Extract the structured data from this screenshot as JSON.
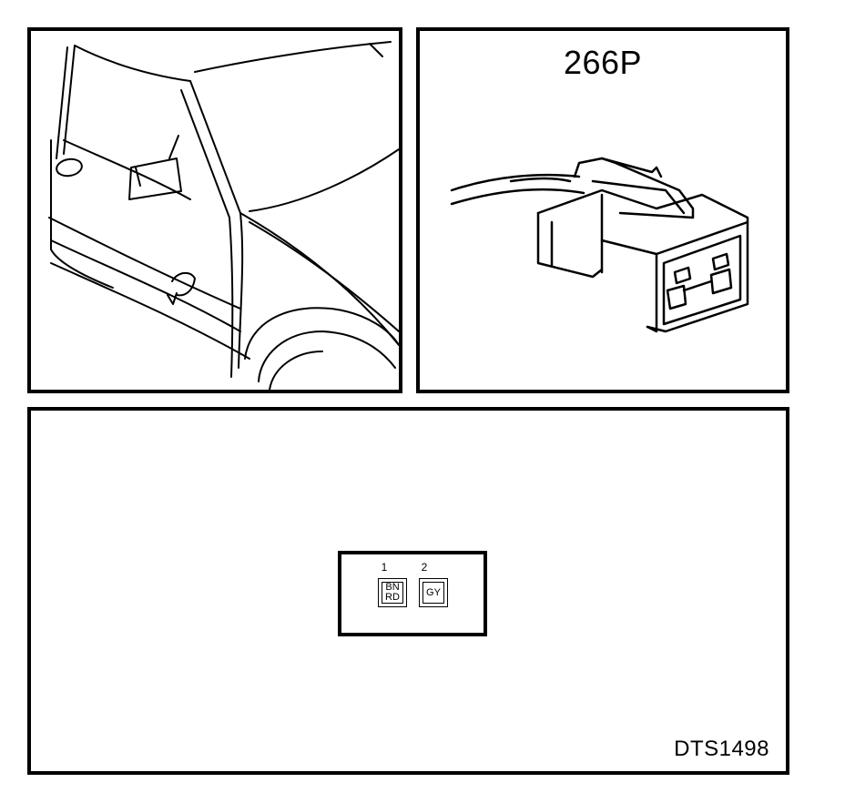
{
  "connector": {
    "title": "266P",
    "pins": [
      {
        "number": "1",
        "colors": [
          "BN",
          "RD"
        ]
      },
      {
        "number": "2",
        "colors": [
          "GY"
        ]
      }
    ]
  },
  "diagram_code": "DTS1498",
  "icons": {
    "car": "car-front-left-illustration",
    "connector": "two-pin-connector-illustration"
  }
}
